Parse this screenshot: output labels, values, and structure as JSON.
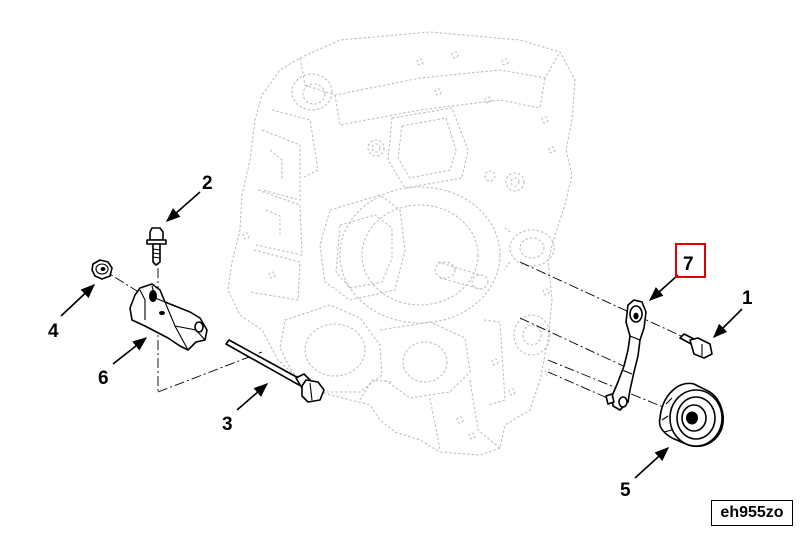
{
  "callouts": {
    "c1": "1",
    "c2": "2",
    "c3": "3",
    "c4": "4",
    "c5": "5",
    "c6": "6",
    "c7": "7"
  },
  "highlight_color": "#e00000",
  "drawing_id": "eh955zo"
}
